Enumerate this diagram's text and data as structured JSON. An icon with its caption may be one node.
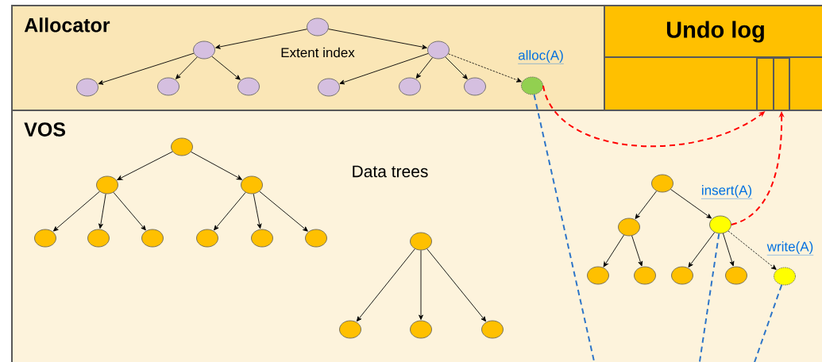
{
  "diagram": {
    "nodes": [
      {
        "text": [
          "Allocator"
        ]
      },
      {
        "text": [],
        "shape": "circle",
        "in": 0
      },
      {
        "text": [],
        "shape": "circle",
        "in": 0
      },
      {
        "text": [],
        "shape": "circle",
        "in": 0
      },
      {
        "text": [],
        "shape": "circle",
        "in": 0
      },
      {
        "text": [],
        "shape": "circle",
        "in": 0
      },
      {
        "text": [],
        "shape": "circle",
        "in": 0
      },
      {
        "text": [],
        "shape": "circle",
        "in": 0
      },
      {
        "text": [],
        "shape": "circle",
        "in": 0
      },
      {
        "text": [],
        "shape": "circle",
        "in": 0
      },
      {
        "text": [],
        "shape": "circle",
        "in": 0,
        "beside": [
          "alloc(A)"
        ]
      },
      {
        "text": [
          "Undo log"
        ]
      },
      {
        "text": [],
        "shape": "box",
        "in": 11
      },
      {
        "text": [],
        "shape": "box",
        "in": 11
      },
      {
        "text": [
          "VOS"
        ]
      },
      {
        "text": [],
        "shape": "circle",
        "in": 14
      },
      {
        "text": [],
        "shape": "circle",
        "in": 14
      },
      {
        "text": [],
        "shape": "circle",
        "in": 14
      },
      {
        "text": [],
        "shape": "circle",
        "in": 14
      },
      {
        "text": [],
        "shape": "circle",
        "in": 14
      },
      {
        "text": [],
        "shape": "circle",
        "in": 14
      },
      {
        "text": [],
        "shape": "circle",
        "in": 14
      },
      {
        "text": [],
        "shape": "circle",
        "in": 14
      },
      {
        "text": [],
        "shape": "circle",
        "in": 14
      },
      {
        "text": [],
        "shape": "circle",
        "in": 14
      },
      {
        "text": [],
        "shape": "circle",
        "in": 14
      },
      {
        "text": [],
        "shape": "circle",
        "in": 14
      },
      {
        "text": [],
        "shape": "circle",
        "in": 14
      },
      {
        "text": [],
        "shape": "circle",
        "in": 14
      },
      {
        "text": [],
        "shape": "circle",
        "in": 14
      },
      {
        "text": [],
        "shape": "circle",
        "in": 14,
        "beside": [
          "insert(A)"
        ]
      },
      {
        "text": [],
        "shape": "circle",
        "in": 14
      },
      {
        "text": [],
        "shape": "circle",
        "in": 14
      },
      {
        "text": [],
        "shape": "circle",
        "in": 14
      },
      {
        "text": [],
        "shape": "circle",
        "in": 14
      },
      {
        "text": [],
        "shape": "circle",
        "in": 14,
        "beside": [
          "write(A)"
        ]
      }
    ],
    "edges": [
      {
        "from": 1,
        "to": 2,
        "arrow": "to"
      },
      {
        "from": 1,
        "to": 3,
        "arrow": "to"
      },
      {
        "from": 2,
        "to": 4,
        "arrow": "to"
      },
      {
        "from": 2,
        "to": 5,
        "arrow": "to"
      },
      {
        "from": 2,
        "to": 6,
        "arrow": "to"
      },
      {
        "from": 3,
        "to": 7,
        "arrow": "to"
      },
      {
        "from": 3,
        "to": 8,
        "arrow": "to"
      },
      {
        "from": 3,
        "to": 9,
        "arrow": "to"
      },
      {
        "from": 3,
        "to": 10,
        "arrow": "to",
        "style": "dashed"
      },
      {
        "from": 10,
        "to": 12,
        "arrow": "to",
        "style": "dashed",
        "color": "#ff0000"
      },
      {
        "from": 30,
        "to": 13,
        "arrow": "to",
        "style": "dashed",
        "color": "#ff0000"
      },
      {
        "from": 15,
        "to": 16,
        "arrow": "to"
      },
      {
        "from": 15,
        "to": 17,
        "arrow": "to"
      },
      {
        "from": 16,
        "to": 18,
        "arrow": "to"
      },
      {
        "from": 16,
        "to": 19,
        "arrow": "to"
      },
      {
        "from": 16,
        "to": 20,
        "arrow": "to"
      },
      {
        "from": 17,
        "to": 21,
        "arrow": "to"
      },
      {
        "from": 17,
        "to": 22,
        "arrow": "to"
      },
      {
        "from": 17,
        "to": 23,
        "arrow": "to"
      },
      {
        "from": 24,
        "to": 25,
        "arrow": "to"
      },
      {
        "from": 24,
        "to": 26,
        "arrow": "to"
      },
      {
        "from": 24,
        "to": 27,
        "arrow": "to"
      },
      {
        "from": 28,
        "to": 29,
        "arrow": "to"
      },
      {
        "from": 28,
        "to": 30,
        "arrow": "to"
      },
      {
        "from": 29,
        "to": 31,
        "arrow": "to"
      },
      {
        "from": 29,
        "to": 32,
        "arrow": "to"
      },
      {
        "from": 30,
        "to": 33,
        "arrow": "to"
      },
      {
        "from": 30,
        "to": 34,
        "arrow": "to"
      },
      {
        "from": 30,
        "to": 35,
        "arrow": "to",
        "style": "dashed"
      },
      {
        "from": 10,
        "to": 14,
        "arrow": "none",
        "style": "dashed",
        "color": "#2e75c8"
      },
      {
        "from": 30,
        "to": null,
        "arrow": "none",
        "style": "dashed",
        "color": "#2e75c8"
      },
      {
        "from": 35,
        "to": null,
        "arrow": "none",
        "style": "dashed",
        "color": "#2e75c8"
      }
    ],
    "labels": [
      "Extent index",
      "Data trees"
    ]
  }
}
